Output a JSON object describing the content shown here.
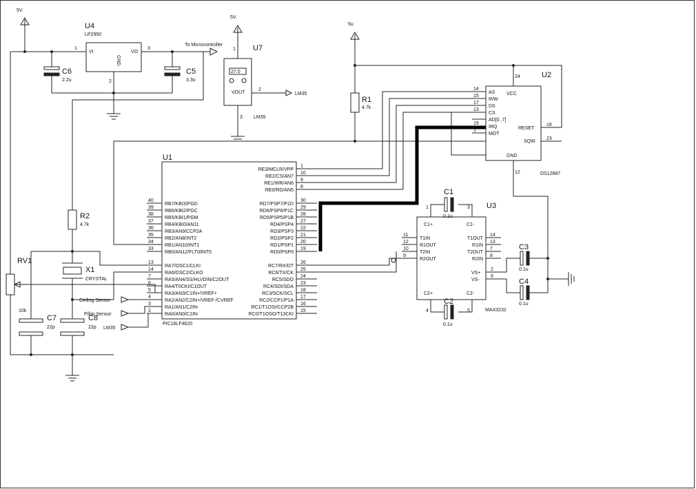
{
  "supplies": {
    "vcc_left": "5V",
    "vcc_u7": "5V",
    "vcc_r1": "5u"
  },
  "u4": {
    "ref": "U4",
    "part": "LP2950",
    "vi": "VI",
    "vo": "VO",
    "gnd": "GND",
    "pin_vi": "1",
    "pin_vo": "3",
    "pin_gnd": "2",
    "to_mcu": "To Microcontroller"
  },
  "c6": {
    "ref": "C6",
    "val": "2.2u"
  },
  "c5": {
    "ref": "C5",
    "val": "3.3u"
  },
  "u7": {
    "ref": "U7",
    "part": "LM35",
    "display": "27.0",
    "vout": "VOUT",
    "pin1": "1",
    "pin2": "2",
    "pin3": "3",
    "out_label": "LM35"
  },
  "r1": {
    "ref": "R1",
    "val": "4.7k"
  },
  "r2": {
    "ref": "R2",
    "val": "4.7k"
  },
  "rv1": {
    "ref": "RV1",
    "val": "10k"
  },
  "x1": {
    "ref": "X1",
    "val": "CRYSTAL"
  },
  "c7": {
    "ref": "C7",
    "val": "22p"
  },
  "c8": {
    "ref": "C8",
    "val": "22p"
  },
  "u2": {
    "ref": "U2",
    "part": "DS12887",
    "left": [
      {
        "pin": "14",
        "name": "AS"
      },
      {
        "pin": "15",
        "name": "R/W"
      },
      {
        "pin": "17",
        "name": "DS"
      },
      {
        "pin": "13",
        "name": "CS"
      },
      {
        "pin": "",
        "name": "AD[0..7]"
      },
      {
        "pin": "19",
        "name": "IRQ"
      },
      {
        "pin": "1",
        "name": "MOT"
      }
    ],
    "vcc": "VCC",
    "vcc_pin": "24",
    "reset": "RESET",
    "reset_pin": "18",
    "sqw": "SQW",
    "sqw_pin": "23",
    "gnd": "GND",
    "gnd_pin": "12"
  },
  "u1": {
    "ref": "U1",
    "part": "PIC18LF4620",
    "left": [
      {
        "pin": "40",
        "name": "RB7/KBI3/PGD"
      },
      {
        "pin": "39",
        "name": "RB6/KBI2/PGC"
      },
      {
        "pin": "38",
        "name": "RB5/KBI1/PGM"
      },
      {
        "pin": "37",
        "name": "RB4/KBI0/AN11"
      },
      {
        "pin": "36",
        "name": "RB3/AN9/CCP2A"
      },
      {
        "pin": "35",
        "name": "RB2/AN8/INT2"
      },
      {
        "pin": "34",
        "name": "RB1/AN10/INT1"
      },
      {
        "pin": "33",
        "name": "RB0/AN12/FLT0/INT0"
      },
      {
        "pin": "13",
        "name": "RA7/OSC1/CLKI"
      },
      {
        "pin": "14",
        "name": "RA6/OSC2/CLKO"
      },
      {
        "pin": "7",
        "name": "RA5/AN4/SS/HLVDIN/C2OUT"
      },
      {
        "pin": "6",
        "name": "RA4/T0CKI/C1OUT"
      },
      {
        "pin": "5",
        "name": "RA3/AN3/C1IN+/VREF+"
      },
      {
        "pin": "4",
        "name": "RA2/AN2/C2IN+/VREF-/CVREF"
      },
      {
        "pin": "3",
        "name": "RA1/AN1/C2IN-"
      },
      {
        "pin": "2",
        "name": "RA0/AN0/C1IN-"
      }
    ],
    "right_top": [
      {
        "pin": "1",
        "name": "RE3/MCLR/VPP"
      },
      {
        "pin": "10",
        "name": "RE2/CS/AN7"
      },
      {
        "pin": "9",
        "name": "RE1/WR/AN6"
      },
      {
        "pin": "8",
        "name": "RE0/RD/AN5"
      }
    ],
    "right_d": [
      {
        "pin": "30",
        "name": "RD7/PSP7/P1D"
      },
      {
        "pin": "29",
        "name": "RD6/PSP6/P1C"
      },
      {
        "pin": "28",
        "name": "RD5/PSP5/P1B"
      },
      {
        "pin": "27",
        "name": "RD4/PSP4"
      },
      {
        "pin": "22",
        "name": "RD3/PSP3"
      },
      {
        "pin": "21",
        "name": "RD2/PSP2"
      },
      {
        "pin": "20",
        "name": "RD1/PSP1"
      },
      {
        "pin": "19",
        "name": "RD0/PSP0"
      }
    ],
    "right_c": [
      {
        "pin": "26",
        "name": "RC7/RX/DT"
      },
      {
        "pin": "25",
        "name": "RC6/TX/CK"
      },
      {
        "pin": "24",
        "name": "RC5/SDO"
      },
      {
        "pin": "23",
        "name": "RC4/SDI/SDA"
      },
      {
        "pin": "18",
        "name": "RC3/SCK/SCL"
      },
      {
        "pin": "17",
        "name": "RC2/CCP1/P1A"
      },
      {
        "pin": "16",
        "name": "RC1/T1OSI/CCP2B"
      },
      {
        "pin": "15",
        "name": "RC0/T1OSO/T13CKI"
      }
    ]
  },
  "sensors": {
    "ceiling": "Ceiling Sensor",
    "pillar": "Pillar Sensor",
    "lm35": "LM35"
  },
  "u3": {
    "ref": "U3",
    "part": "MAX3232",
    "left": [
      {
        "pin": "11",
        "name": "T1IN"
      },
      {
        "pin": "12",
        "name": "R1OUT"
      },
      {
        "pin": "10",
        "name": "T2IN"
      },
      {
        "pin": "9",
        "name": "R2OUT"
      }
    ],
    "right": [
      {
        "pin": "14",
        "name": "T1OUT"
      },
      {
        "pin": "13",
        "name": "R1IN"
      },
      {
        "pin": "7",
        "name": "T2OUT"
      },
      {
        "pin": "8",
        "name": "R2IN"
      }
    ],
    "vsp": "VS+",
    "vsp_pin": "2",
    "vsn": "VS-",
    "vsn_pin": "6",
    "c1p": "C1+",
    "c1n": "C1-",
    "c2p": "C2+",
    "c2n": "C2-",
    "pin_c1p": "1",
    "pin_c1n": "3",
    "pin_c2p": "4",
    "pin_c2n": "5"
  },
  "c1": {
    "ref": "C1",
    "val": "0.1u"
  },
  "c2": {
    "ref": "C2",
    "val": "0.1u"
  },
  "c3": {
    "ref": "C3",
    "val": "0.1u"
  },
  "c4": {
    "ref": "C4",
    "val": "0.1u"
  }
}
